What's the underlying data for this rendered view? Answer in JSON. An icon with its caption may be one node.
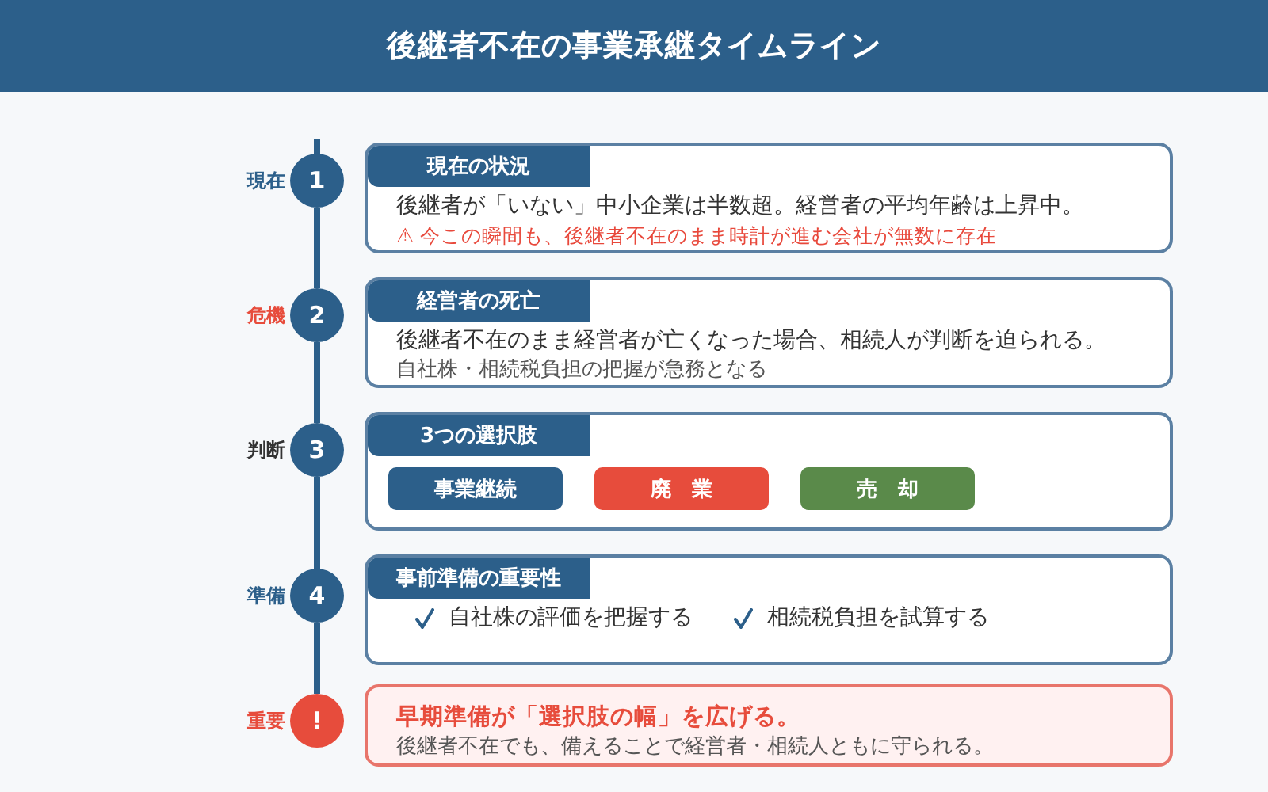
{
  "diagram": {
    "title": "後継者不在の事業承継タイムライン",
    "nodes": [
      {
        "text": [
          "1"
        ],
        "beside": [
          "現在"
        ]
      },
      {
        "text": [
          "現在の状況",
          "後継者が「いない」中小企業は半数超。経営者の平均年齢は上昇中。",
          "⚠ 今この瞬間も、後継者不在のまま時計が進む会社が無数に存在"
        ]
      },
      {
        "text": [
          "2"
        ],
        "beside": [
          "危機"
        ]
      },
      {
        "text": [
          "経営者の死亡",
          "後継者不在のまま経営者が亡くなった場合、相続人が判断を迫られる。",
          "自社株・相続税負担の把握が急務となる"
        ]
      },
      {
        "text": [
          "3"
        ],
        "beside": [
          "判断"
        ]
      },
      {
        "text": [
          "3つの選択肢"
        ]
      },
      {
        "text": [
          "事業継続"
        ],
        "in": 5
      },
      {
        "text": [
          "廃　業"
        ],
        "in": 5
      },
      {
        "text": [
          "売　却"
        ],
        "in": 5
      },
      {
        "text": [
          "4"
        ],
        "beside": [
          "準備"
        ]
      },
      {
        "text": [
          "事前準備の重要性",
          "自社株の評価を把握する",
          "相続税負担を試算する"
        ]
      },
      {
        "text": [
          "!"
        ],
        "beside": [
          "重要"
        ]
      },
      {
        "text": [
          "早期準備が「選択肢の幅」を広げる。",
          "後継者不在でも、備えることで経営者・相続人ともに守られる。"
        ]
      }
    ],
    "edges": [
      {
        "from": null,
        "to": 0,
        "arrow": "none"
      },
      {
        "from": 0,
        "to": 2,
        "arrow": "none"
      },
      {
        "from": 2,
        "to": 4,
        "arrow": "none"
      },
      {
        "from": 4,
        "to": 9,
        "arrow": "none"
      },
      {
        "from": 9,
        "to": 11,
        "arrow": "none"
      }
    ]
  }
}
